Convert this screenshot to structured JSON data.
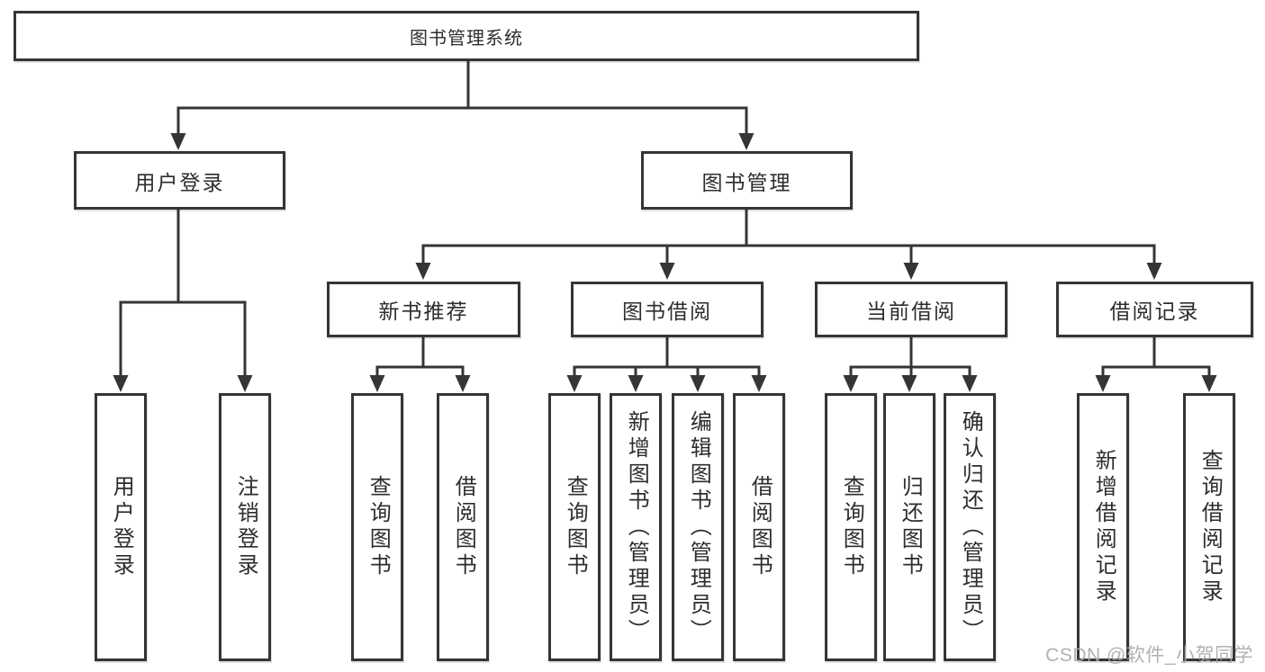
{
  "tree": {
    "root": {
      "label": "图书管理系统",
      "children": [
        {
          "label": "用户登录",
          "children": [
            {
              "label": "用户登录"
            },
            {
              "label": "注销登录"
            }
          ]
        },
        {
          "label": "图书管理",
          "children": [
            {
              "label": "新书推荐",
              "children": [
                {
                  "label": "查询图书"
                },
                {
                  "label": "借阅图书"
                }
              ]
            },
            {
              "label": "图书借阅",
              "children": [
                {
                  "label": "查询图书"
                },
                {
                  "label": "新增图书（管理员）"
                },
                {
                  "label": "编辑图书（管理员）"
                },
                {
                  "label": "借阅图书"
                }
              ]
            },
            {
              "label": "当前借阅",
              "children": [
                {
                  "label": "查询图书"
                },
                {
                  "label": "归还图书"
                },
                {
                  "label": "确认归还（管理员）"
                }
              ]
            },
            {
              "label": "借阅记录",
              "children": [
                {
                  "label": "新增借阅记录"
                },
                {
                  "label": "查询借阅记录"
                }
              ]
            }
          ]
        }
      ]
    }
  },
  "watermark": "CSDN @软件_小贺同学",
  "colors": {
    "line": "#353535",
    "text": "#2d2d2d",
    "background": "#ffffff",
    "watermark": "#a8a8a8"
  }
}
